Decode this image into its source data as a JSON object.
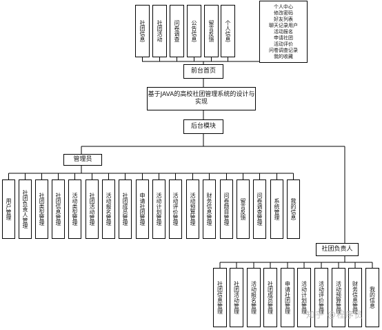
{
  "front_modules": [
    "社团信息",
    "社团活动",
    "问卷调查",
    "公告信息",
    "留言反馈",
    "个人信息"
  ],
  "personal_center": [
    "个人中心",
    "修改密码",
    "好友列表",
    "聊天记录用户",
    "活动报名",
    "申请社团",
    "活动评价",
    "问卷调查记录",
    "我的收藏"
  ],
  "front_home": "前台首页",
  "system_title": "基于JAVA的高校社团管理系统的设计与实现",
  "backend_module": "后台模块",
  "admin_label": "管理员",
  "admin_modules": [
    "用户管理",
    "社团负责人管理",
    "社团类型管理",
    "社团信息管理",
    "活动类型管理",
    "社团活动管理",
    "活动报名管理",
    "社团成员管理",
    "申请社团管理",
    "活动计划管理",
    "活动评价管理",
    "活动预算管理",
    "财务信息管理",
    "问卷题目管理",
    "留言反馈",
    "问卷调查管理",
    "系统管理",
    "我的信息"
  ],
  "leader_label": "社团负责人",
  "leader_modules": [
    "社团信息管理",
    "社团活动管理",
    "活动报名管理",
    "社团成员管理",
    "申请社团管理",
    "活动计划管理",
    "活动评价管理",
    "活动预算管理",
    "财务信息管理",
    "我的信息"
  ],
  "watermark": "知乎 @程序员"
}
